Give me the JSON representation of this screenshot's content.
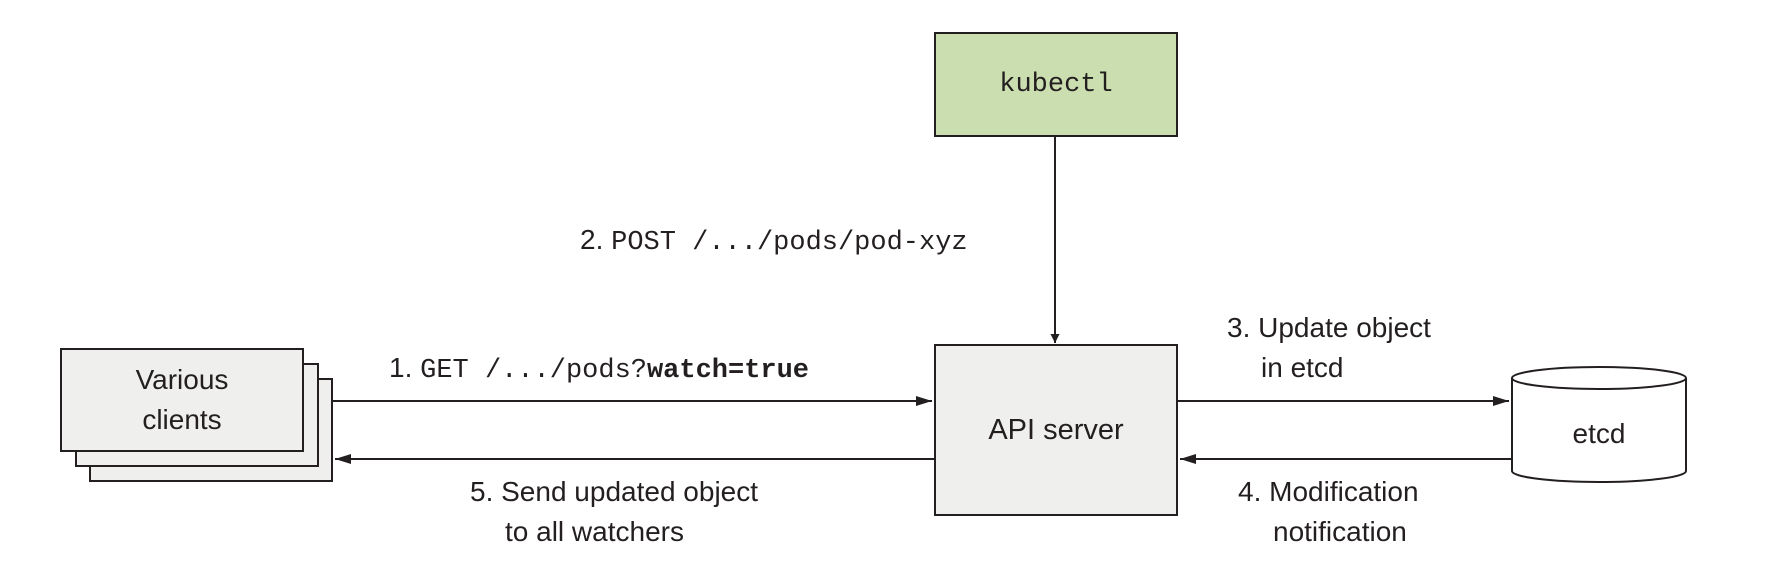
{
  "nodes": {
    "kubectl": {
      "label": "kubectl",
      "fill": "#cadeb0"
    },
    "api_server": {
      "label": "API server",
      "fill": "#efefed"
    },
    "clients": {
      "line1": "Various",
      "line2": "clients",
      "fill": "#efefed"
    },
    "etcd": {
      "label": "etcd",
      "fill": "#ffffff"
    }
  },
  "edges": {
    "step1": {
      "num": "1.",
      "code": "GET /.../pods?",
      "code_bold": "watch=true"
    },
    "step2": {
      "num": "2.",
      "code": "POST /.../pods/pod-xyz"
    },
    "step3": {
      "line1": "3. Update object",
      "line2": "in etcd"
    },
    "step4": {
      "line1": "4. Modification",
      "line2": "notification"
    },
    "step5": {
      "line1": "5. Send updated object",
      "line2": "to all watchers"
    }
  },
  "colors": {
    "stroke": "#231f20"
  }
}
